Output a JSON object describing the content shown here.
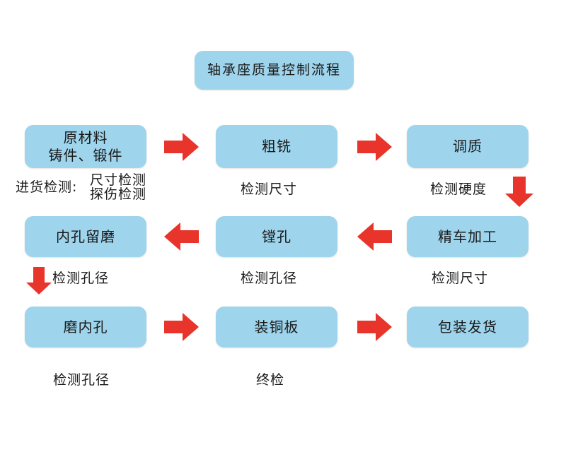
{
  "diagram": {
    "title_box": {
      "label": "轴承座质量控制流程"
    },
    "colors": {
      "node_fill": "#9ed4ec",
      "arrow_red": "#e8342a",
      "text": "#1a1a1a",
      "background": "#ffffff"
    },
    "nodes": [
      {
        "id": "raw-material",
        "label": "原材料\n铸件、锻件"
      },
      {
        "id": "rough-milling",
        "label": "粗铣"
      },
      {
        "id": "quench-temper",
        "label": "调质"
      },
      {
        "id": "bore-reserve-grind",
        "label": "内孔留磨"
      },
      {
        "id": "boring",
        "label": "镗孔"
      },
      {
        "id": "finish-turning",
        "label": "精车加工"
      },
      {
        "id": "grind-inner-hole",
        "label": "磨内孔"
      },
      {
        "id": "install-copper-plate",
        "label": "装铜板"
      },
      {
        "id": "packing-shipping",
        "label": "包装发货"
      }
    ],
    "captions": [
      {
        "id": "incoming-inspection-prefix",
        "text": "进货检测:"
      },
      {
        "id": "incoming-inspection-items",
        "text": "尺寸检测\n探伤检测"
      },
      {
        "id": "check-dimension-1",
        "text": "检测尺寸"
      },
      {
        "id": "check-hardness",
        "text": "检测硬度"
      },
      {
        "id": "check-bore-diameter-1",
        "text": "检测孔径"
      },
      {
        "id": "check-bore-diameter-2",
        "text": "检测孔径"
      },
      {
        "id": "check-dimension-2",
        "text": "检测尺寸"
      },
      {
        "id": "check-bore-diameter-3",
        "text": "检测孔径"
      },
      {
        "id": "final-inspection",
        "text": "终检"
      }
    ],
    "arrows": [
      {
        "id": "arrow-raw-to-rough",
        "direction": "right"
      },
      {
        "id": "arrow-rough-to-quench",
        "direction": "right"
      },
      {
        "id": "arrow-quench-to-finish-turning",
        "direction": "down"
      },
      {
        "id": "arrow-finish-turning-to-boring",
        "direction": "left"
      },
      {
        "id": "arrow-boring-to-bore-reserve",
        "direction": "left"
      },
      {
        "id": "arrow-bore-reserve-to-grind",
        "direction": "down"
      },
      {
        "id": "arrow-grind-to-copper",
        "direction": "right"
      },
      {
        "id": "arrow-copper-to-packing",
        "direction": "right"
      }
    ]
  }
}
